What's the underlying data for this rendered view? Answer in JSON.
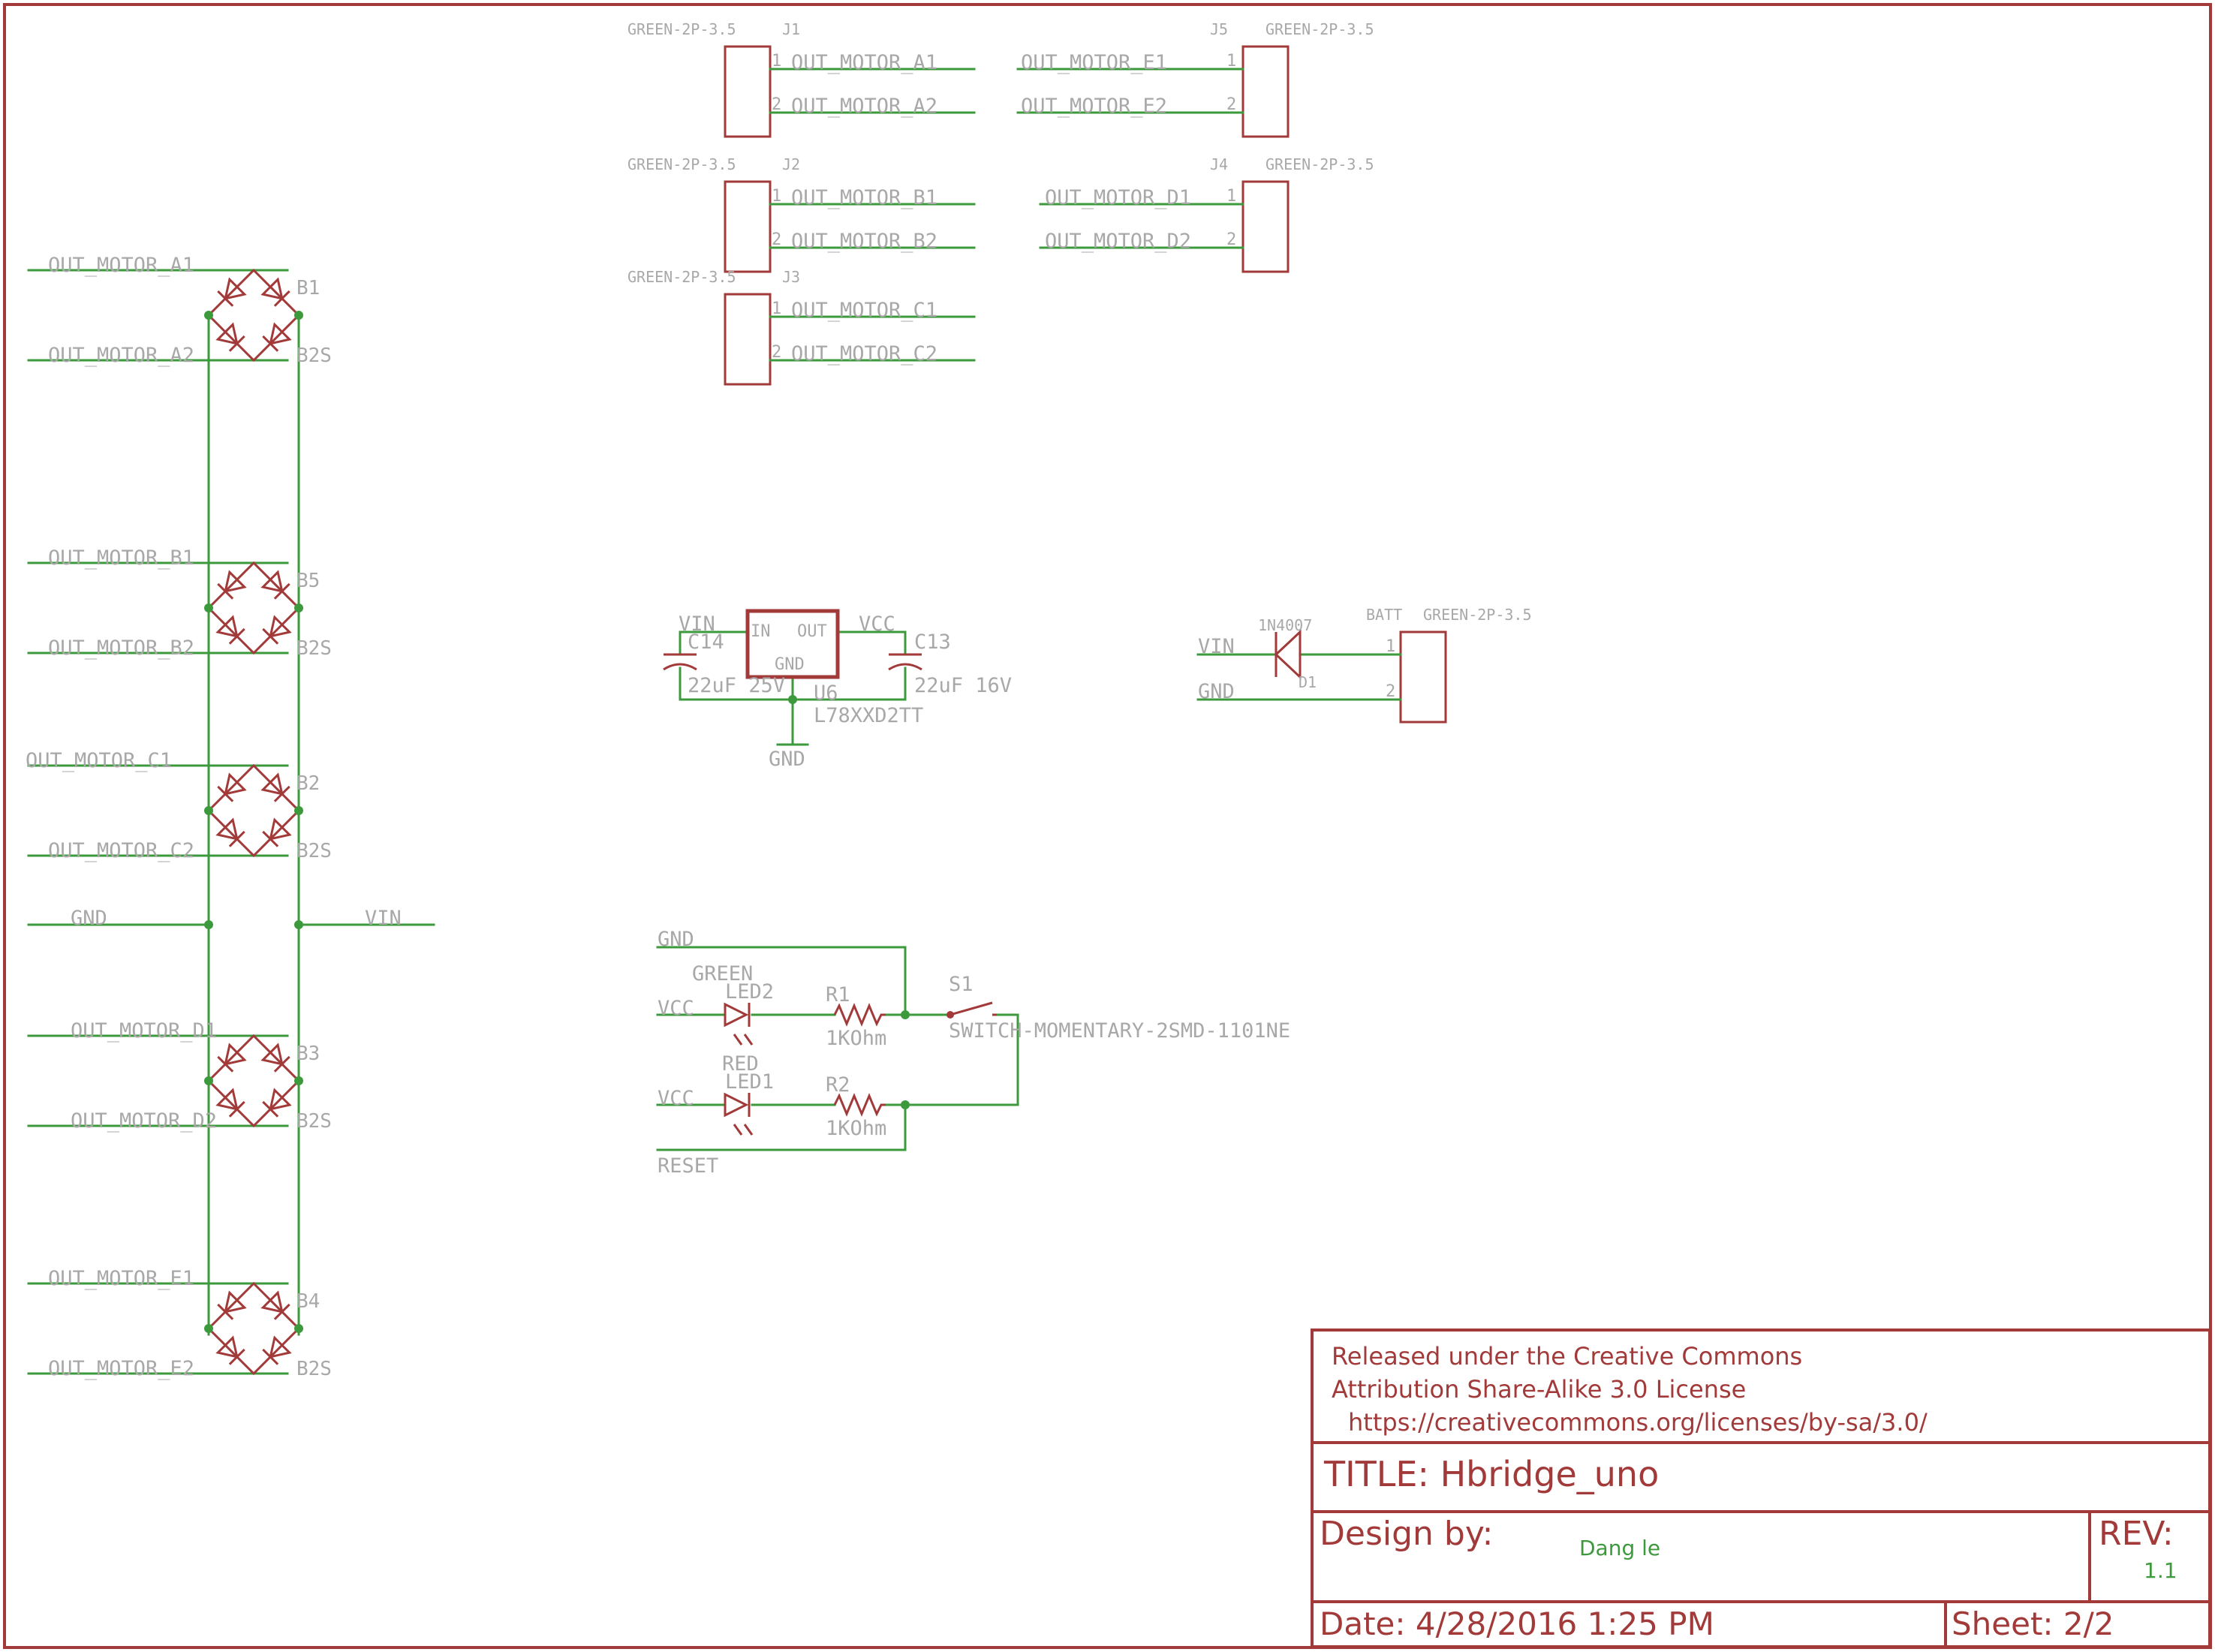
{
  "connectors": {
    "J1": {
      "ref": "J1",
      "value": "GREEN-2P-3.5",
      "pin1": "1",
      "pin2": "2",
      "net1": "OUT_MOTOR_A1",
      "net2": "OUT_MOTOR_A2"
    },
    "J2": {
      "ref": "J2",
      "value": "GREEN-2P-3.5",
      "pin1": "1",
      "pin2": "2",
      "net1": "OUT_MOTOR_B1",
      "net2": "OUT_MOTOR_B2"
    },
    "J3": {
      "ref": "J3",
      "value": "GREEN-2P-3.5",
      "pin1": "1",
      "pin2": "2",
      "net1": "OUT_MOTOR_C1",
      "net2": "OUT_MOTOR_C2"
    },
    "J4": {
      "ref": "J4",
      "value": "GREEN-2P-3.5",
      "pin1": "1",
      "pin2": "2",
      "net1": "OUT_MOTOR_D1",
      "net2": "OUT_MOTOR_D2"
    },
    "J5": {
      "ref": "J5",
      "value": "GREEN-2P-3.5",
      "pin1": "1",
      "pin2": "2",
      "net1": "OUT_MOTOR_E1",
      "net2": "OUT_MOTOR_E2"
    },
    "BATT": {
      "ref": "BATT",
      "value": "GREEN-2P-3.5",
      "pin1": "1",
      "pin2": "2",
      "net1": "VIN",
      "net2": "GND"
    }
  },
  "bridges": [
    {
      "ref": "B1",
      "value": "B2S",
      "net1": "OUT_MOTOR_A1",
      "net2": "OUT_MOTOR_A2"
    },
    {
      "ref": "B5",
      "value": "B2S",
      "net1": "OUT_MOTOR_B1",
      "net2": "OUT_MOTOR_B2"
    },
    {
      "ref": "B2",
      "value": "B2S",
      "net1": "OUT_MOTOR_C1",
      "net2": "OUT_MOTOR_C2"
    },
    {
      "ref": "B3",
      "value": "B2S",
      "net1": "OUT_MOTOR_D1",
      "net2": "OUT_MOTOR_D2"
    },
    {
      "ref": "B4",
      "value": "B2S",
      "net1": "OUT_MOTOR_E1",
      "net2": "OUT_MOTOR_E2"
    }
  ],
  "rails": {
    "gnd": "GND",
    "vin": "VIN"
  },
  "regulator": {
    "ref": "U6",
    "value": "L78XXD2TT",
    "pin_in": "IN",
    "pin_out": "OUT",
    "pin_gnd": "GND",
    "net_in": "VIN",
    "net_out": "VCC",
    "net_gnd": "GND",
    "c14_ref": "C14",
    "c14_value": "22uF 25V",
    "c13_ref": "C13",
    "c13_value": "22uF 16V"
  },
  "diode": {
    "ref": "D1",
    "value": "1N4007",
    "net_vin": "VIN",
    "net_gnd": "GND"
  },
  "leds": {
    "net_gnd": "GND",
    "net_reset": "RESET",
    "led2_color": "GREEN",
    "led2_ref": "LED2",
    "led2_net": "VCC",
    "led1_color": "RED",
    "led1_ref": "LED1",
    "led1_net": "VCC",
    "r1_ref": "R1",
    "r1_value": "1KOhm",
    "r2_ref": "R2",
    "r2_value": "1KOhm",
    "s1_ref": "S1",
    "s1_value": "SWITCH-MOMENTARY-2SMD-1101NE"
  },
  "title_block": {
    "license_line1": "Released under the Creative Commons",
    "license_line2": "Attribution Share-Alike 3.0 License",
    "license_url": "https://creativecommons.org/licenses/by-sa/3.0/",
    "title": "TITLE: Hbridge_uno",
    "design_label": "Design by:",
    "designer": "Dang le",
    "rev_label": "REV:",
    "rev": "1.1",
    "date": "Date: 4/28/2016 1:25 PM",
    "sheet": "Sheet: 2/2"
  }
}
